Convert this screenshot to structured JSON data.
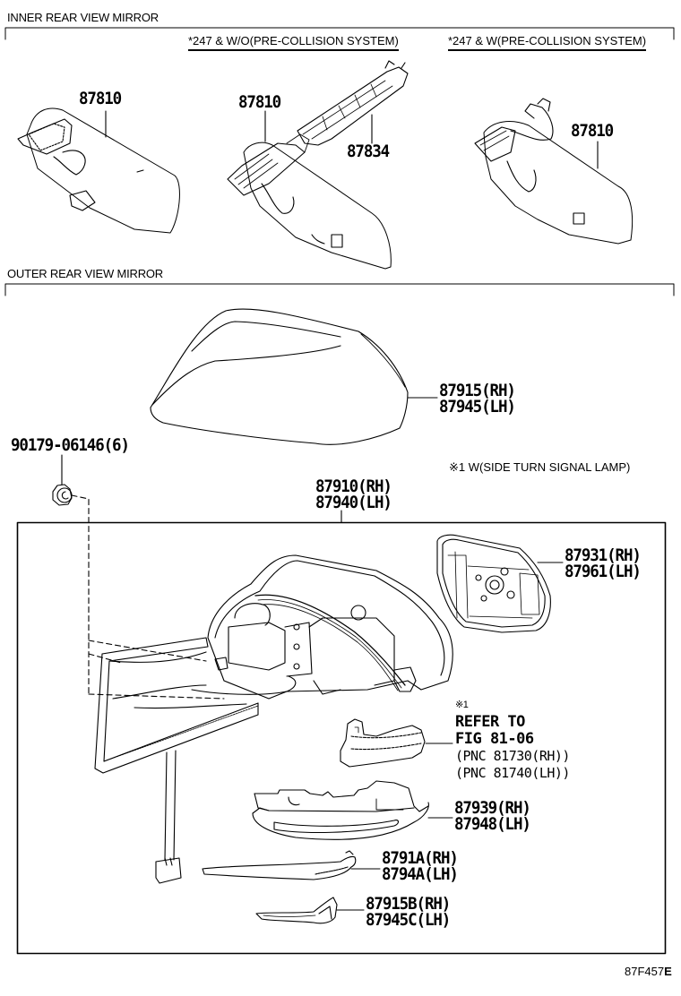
{
  "diagram": {
    "figure_code": "87F457",
    "figure_code_suffix": "E",
    "sections": [
      {
        "title": "INNER REAR VIEW MIRROR",
        "variants": [
          {
            "label": "*247 & W/O(PRE-COLLISION SYSTEM)"
          },
          {
            "label": "*247 & W(PRE-COLLISION SYSTEM)"
          }
        ],
        "parts": [
          {
            "id": "inner-mirror-standard",
            "lines": [
              "87810"
            ]
          },
          {
            "id": "inner-mirror-wo-pcs",
            "lines": [
              "87810"
            ]
          },
          {
            "id": "inner-mirror-cover",
            "lines": [
              "87834"
            ]
          },
          {
            "id": "inner-mirror-w-pcs",
            "lines": [
              "87810"
            ]
          }
        ]
      },
      {
        "title": "OUTER REAR VIEW MIRROR",
        "parts": [
          {
            "id": "mirror-cover",
            "lines": [
              "87915(RH)",
              "87945(LH)"
            ]
          },
          {
            "id": "nut",
            "lines": [
              "90179-06146(6)"
            ]
          },
          {
            "id": "mirror-assembly",
            "lines": [
              "87910(RH)",
              "87940(LH)"
            ]
          },
          {
            "id": "mirror-glass-holder",
            "lines": [
              "87931(RH)",
              "87961(LH)"
            ]
          },
          {
            "id": "mirror-base-cover",
            "lines": [
              "87939(RH)",
              "87948(LH)"
            ]
          },
          {
            "id": "mirror-garnish",
            "lines": [
              "8791A(RH)",
              "8794A(LH)"
            ]
          },
          {
            "id": "mirror-trim",
            "lines": [
              "87915B(RH)",
              "87945C(LH)"
            ]
          }
        ],
        "footnote": "※1 W(SIDE TURN SIGNAL LAMP)",
        "reference": {
          "marker": "※1",
          "lines": [
            "REFER TO",
            "FIG 81-06",
            "(PNC 81730(RH))",
            "(PNC 81740(LH))"
          ]
        }
      }
    ]
  }
}
